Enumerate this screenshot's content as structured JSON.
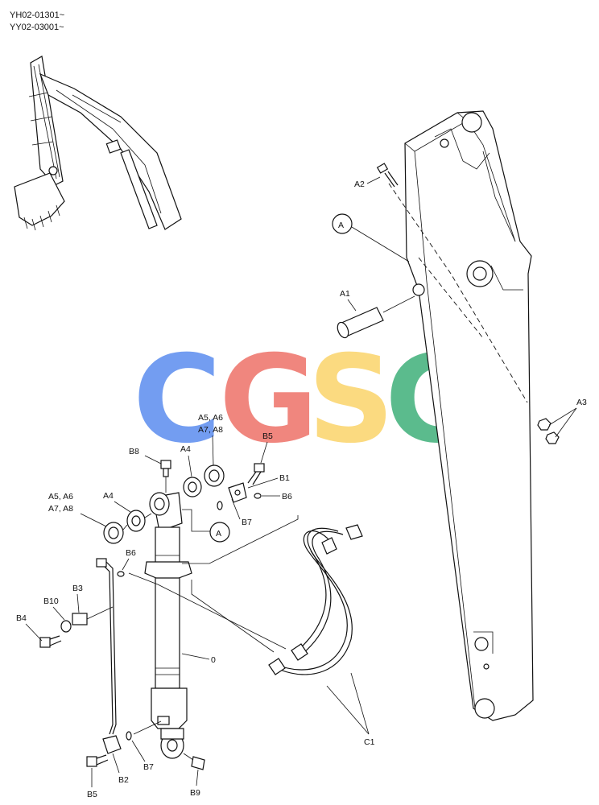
{
  "header": {
    "serial_line1": "YH02-01301~",
    "serial_line2": "YY02-03001~"
  },
  "watermark": {
    "letters": [
      "C",
      "G",
      "S",
      "C"
    ],
    "colors": [
      "#5b8def",
      "#ee7168",
      "#fbd46a",
      "#3fb07a"
    ]
  },
  "labels": {
    "A": "A",
    "A1": "A1",
    "A2": "A2",
    "A3": "A3",
    "A4_upper": "A4",
    "A4_lower": "A4",
    "A5A6_upper": "A5, A6",
    "A7A8_upper": "A7, A8",
    "A5A6_lower": "A5, A6",
    "A7A8_lower": "A7, A8",
    "B1": "B1",
    "B2": "B2",
    "B3": "B3",
    "B4": "B4",
    "B5_top": "B5",
    "B5_bottom": "B5",
    "B6_right": "B6",
    "B6_left": "B6",
    "B7_upper": "B7",
    "B7_lower": "B7",
    "B8": "B8",
    "B9": "B9",
    "B10": "B10",
    "C1": "C1",
    "zero": "0"
  },
  "colors": {
    "b5_highlight": "#c0392b",
    "line": "#111111"
  }
}
